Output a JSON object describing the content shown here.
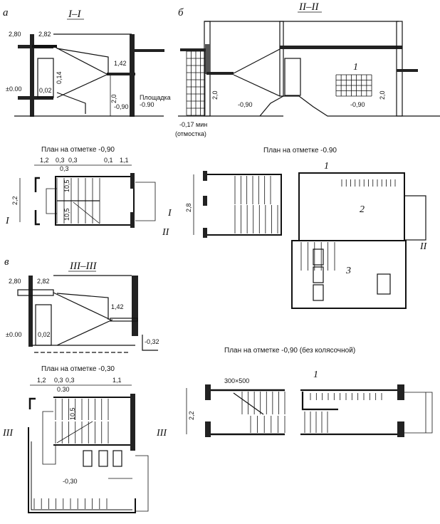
{
  "panels": {
    "a": {
      "letter": "а",
      "section_title": "I–I",
      "levels": {
        "top_left": "2,80",
        "top_mid": "2,82",
        "mid": "1,42",
        "zero": "±0.00",
        "low": "0,02",
        "bottom": "-0,90",
        "platform": "-0.90"
      },
      "slope": "0,14",
      "height": "2,0",
      "platform_label": "Площадка",
      "plan_title": "План на отметке -0,90",
      "dims": [
        "1,2",
        "0,3",
        "0,3",
        "0,3",
        "0,1",
        "1,1"
      ],
      "width_dim": "2,2",
      "step_dims": [
        "10,5",
        "10,5"
      ],
      "cut_mark": "I"
    },
    "b": {
      "letter": "б",
      "section_title": "II–II",
      "levels": {
        "left": "-0,90",
        "right": "-0,90",
        "ground": "-0,17 мин"
      },
      "ground_note": "(отмостка)",
      "height_left": "2,0",
      "height_right": "2,0",
      "callout": "1",
      "plan_title": "План на отметке -0.90",
      "width_dim": "2,8",
      "rooms": [
        "1",
        "2",
        "3"
      ],
      "cut_mark": "II",
      "plan2_title": "План на отметке -0,90 (без колясочной)",
      "size_note": "300×500",
      "width_dim2": "2,2",
      "callout2": "1"
    },
    "c": {
      "letter": "в",
      "section_title": "III–III",
      "levels": {
        "top_left": "2,80",
        "top_mid": "2,82",
        "mid": "1,42",
        "zero": "±0.00",
        "low": "0,02",
        "right": "-0,32"
      },
      "plan_title": "План на отметке -0,30",
      "dims": [
        "1,2",
        "0,3",
        "0,3",
        "1,1"
      ],
      "sub_dim": "0.30",
      "step_dim": "10,5",
      "floor_level": "-0,30",
      "cut_mark": "III"
    }
  }
}
